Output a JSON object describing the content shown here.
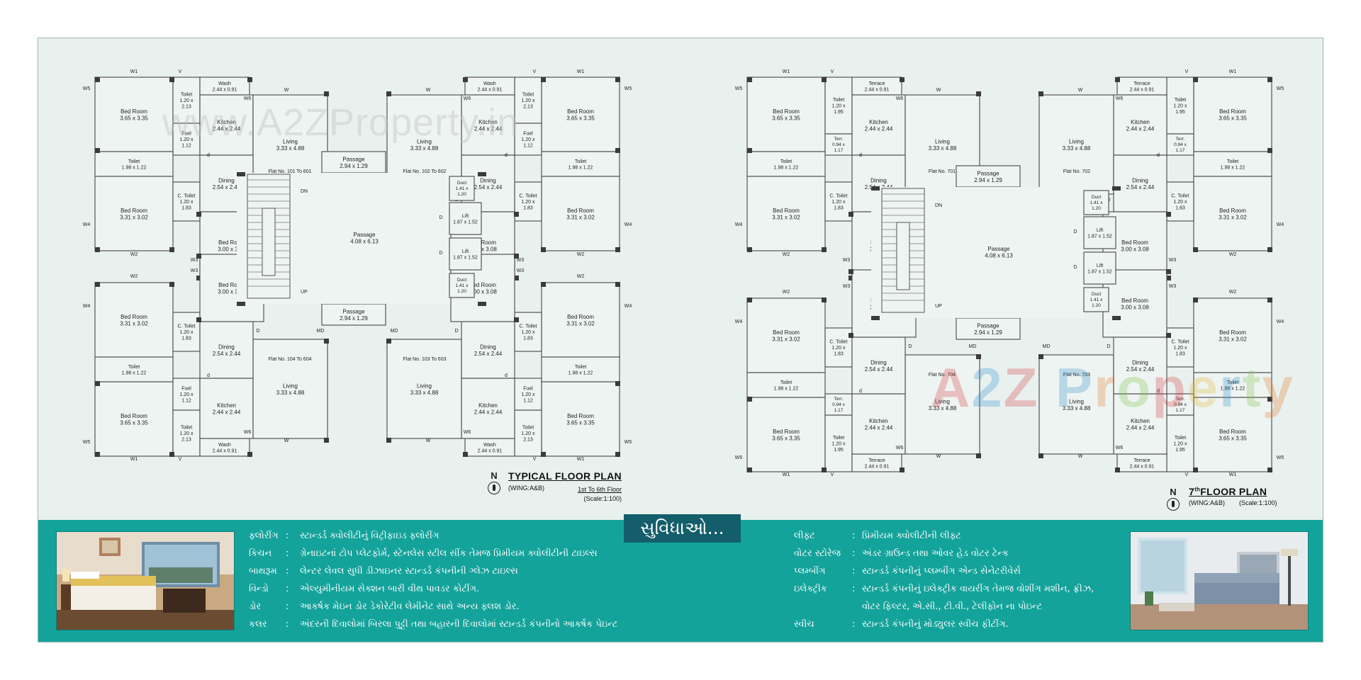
{
  "watermark": "www.A2ZProperty.in",
  "logo_watermark": {
    "letters": [
      "A",
      "2",
      "Z",
      " P",
      "r",
      "o",
      "p",
      "e",
      "r",
      "t",
      "y"
    ],
    "colors": [
      "#d63a3a",
      "#2b8fce",
      "#d63a3a",
      "#2b8fce",
      "#e07b22",
      "#7ac143",
      "#d63a3a",
      "#e0b526",
      "#2b8fce",
      "#7ac143",
      "#e07b22"
    ]
  },
  "typical_plan": {
    "title": "TYPICAL FLOOR PLAN",
    "wing": "(WING:A&B)",
    "floors": "1st To 6th Floor",
    "scale": "(Scale:1:100)",
    "north": "N"
  },
  "seventh_plan": {
    "title_sup": "th",
    "title_num": "7",
    "title": "FLOOR PLAN",
    "wing": "(WING:A&B)",
    "scale": "(Scale:1:100)",
    "north": "N"
  },
  "rooms": {
    "bed_room": "Bed Room",
    "toilet": "Toilet",
    "c_toilet": "C. Toilet",
    "kitchen": "Kitchen",
    "fuel": "Fuel",
    "wash": "Wash",
    "living": "Living",
    "dining": "Dining",
    "passage": "Passage",
    "duct": "Duct",
    "lift": "Lift",
    "terrace": "Terrace",
    "terr": "Terr.",
    "dn": "DN",
    "up": "UP",
    "md": "MD",
    "d": "d",
    "D": "D",
    "w1": "W1",
    "w2": "W2",
    "w3": "W3",
    "w4": "W4",
    "w5": "W5",
    "w6": "W6",
    "w": "W",
    "v": "V"
  },
  "dims": {
    "bed_big": "3.65 x 3.35",
    "bed_side": "3.31 x 3.02",
    "bed_mid": "3.00 x 3.08",
    "toilet_small": "1.20 x 2.13",
    "toilet_small_7": "1.20 x 1.95",
    "toilet_wide": "1.98 x 1.22",
    "c_toilet": "1.20 x 1.83",
    "kitchen": "2.44 x 2.44",
    "fuel": "1.20 x 1.12",
    "wash": "2.44 x 0.91",
    "living": "3.33 x 4.88",
    "dining": "2.54 x 2.44",
    "passage_small": "2.94 x 1.29",
    "passage_big": "4.08 x 6.13",
    "duct": "1.41 x 1.20",
    "lift": "1.87 x 1.52",
    "terr": "0.94 x 1.17"
  },
  "flats": {
    "typ_tl": "Flat No. 101 To 601",
    "typ_tr": "Flat No. 102 To 602",
    "typ_bl": "Flat No. 104 To 604",
    "typ_br": "Flat No. 103 To 603",
    "s_tl": "Flat No. 701",
    "s_tr": "Flat No. 702",
    "s_bl": "Flat No. 704",
    "s_br": "Flat No. 703"
  },
  "amenities_title": "સુવિધાઓ...",
  "amenities_left": [
    {
      "label": "ફ્લોરીંગ",
      "value": "સ્ટાન્ડર્ડ ક્વોલીટીનું વિટ્રીફાઇડ ફ્લોરીંગ"
    },
    {
      "label": "કિચન",
      "value": "ગ્રેનાઇટનાં ટોપ પ્લેટફોર્મ, સ્ટેનલેસ સ્ટીલ સીંક તેમજ પ્રિમીયમ ક્વોલીટીની ટાઇલ્સ"
    },
    {
      "label": "બાથરૂમ",
      "value": "લેન્ટર લેવલ સુધી ડીઝાઇનર સ્ટાન્ડર્ડ કંપનીની ગ્લેઝ ટાઇલ્સ"
    },
    {
      "label": "વિન્ડો",
      "value": "એલ્યુમીનીયમ સેક્શન બારી વીથ પાવડર કોટીંગ."
    },
    {
      "label": "ડોર",
      "value": "આકર્ષક મેઇન ડોર ડેકોરેટીવ લેમીનેટ સાથે અન્ય ફ્લશ ડોર."
    },
    {
      "label": "કલર",
      "value": "અંદરની દિવાલોમાં બિરલા પુટ્ટી તથા બહારની દિવાલોમાં સ્ટાન્ડર્ડ કંપનીનો આકર્ષક પેઇન્ટ"
    }
  ],
  "amenities_right": [
    {
      "label": "લીફ્ટ",
      "value": "પ્રિમીયમ ક્વોલીટીની લીફ્ટ"
    },
    {
      "label": "વોટર સ્ટોરેજ",
      "value": "અંડર ગ્રાઉન્ડ તથા ઓવર હેડ વોટર ટેન્ક"
    },
    {
      "label": "પ્લમ્બીંગ",
      "value": "સ્ટાન્ડર્ડ કંપનીનું પ્લમ્બીંગ એન્ડ સેનેટરીવેર્સ"
    },
    {
      "label": "ઇલેક્ટ્રીક",
      "value": "સ્ટાન્ડર્ડ કંપનીનું ઇલેક્ટ્રીક વાયરીંગ તેમજ વોશીંગ મશીન, ફ્રીઝ,"
    },
    {
      "label": "",
      "value": "વોટર ફિલ્ટર, એ.સી., ટી.વી., ટેલીફોન ના પોઇન્ટ"
    },
    {
      "label": "સ્વીચ",
      "value": "સ્ટાન્ડર્ડ કંપનીનું મોડ્યુલર સ્વીચ ફીટીંગ."
    }
  ],
  "colon": ":"
}
